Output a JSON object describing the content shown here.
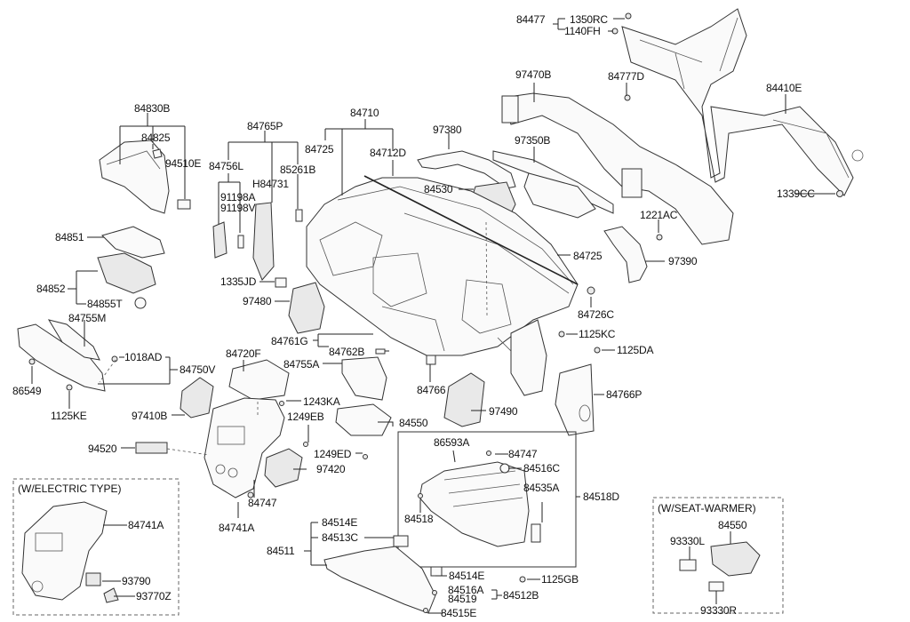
{
  "diagram": {
    "title": "Crash Pad / Instrument Panel Parts Diagram",
    "labels": {
      "p84477": "84477",
      "p1350RC": "1350RC",
      "p1140FH": "1140FH",
      "p97470B": "97470B",
      "p84777D": "84777D",
      "p84410E": "84410E",
      "p1339CC": "1339CC",
      "p84830B": "84830B",
      "p84825": "84825",
      "p94510E": "94510E",
      "p84765P": "84765P",
      "p84756L": "84756L",
      "p85261B": "85261B",
      "pH84731": "H84731",
      "p91198A": "91198A",
      "p91198V": "91198V",
      "p84710": "84710",
      "p84725_top": "84725",
      "p84712D": "84712D",
      "p97380": "97380",
      "p97350B": "97350B",
      "p84530": "84530",
      "p1221AC": "1221AC",
      "p84725_right": "84725",
      "p97390": "97390",
      "p84851": "84851",
      "p84852": "84852",
      "p84855T": "84855T",
      "p1335JD": "1335JD",
      "p97480": "97480",
      "p84726C": "84726C",
      "p84755M": "84755M",
      "p84761G": "84761G",
      "p84762B": "84762B",
      "p1125KC": "1125KC",
      "p1125DA": "1125DA",
      "p1018AD": "1018AD",
      "p84750V": "84750V",
      "p86549": "86549",
      "p1125KE": "1125KE",
      "p84720F": "84720F",
      "p84755A": "84755A",
      "p84766": "84766",
      "p84766P": "84766P",
      "p97410B": "97410B",
      "p1243KA": "1243KA",
      "p1249EB": "1249EB",
      "p84550": "84550",
      "p97490": "97490",
      "p94520": "94520",
      "p1249ED": "1249ED",
      "p97420": "97420",
      "p84747_center": "84747",
      "p84741A_center": "84741A",
      "p86593A": "86593A",
      "p84747_box": "84747",
      "p84516C": "84516C",
      "p84535A": "84535A",
      "p84518D": "84518D",
      "p84518": "84518",
      "p84511": "84511",
      "p84514E_top": "84514E",
      "p84513C": "84513C",
      "p84514E_bottom": "84514E",
      "p1125GB": "1125GB",
      "p84516A": "84516A",
      "p84519": "84519",
      "p84512B": "84512B",
      "p84515E": "84515E"
    },
    "variants": {
      "electric": {
        "title": "(W/ELECTRIC TYPE)",
        "labels": {
          "p84741A": "84741A",
          "p93790": "93790",
          "p93770Z": "93770Z"
        }
      },
      "seat_warmer": {
        "title": "(W/SEAT-WARMER)",
        "labels": {
          "p84550": "84550",
          "p93330L": "93330L",
          "p93330R": "93330R"
        }
      }
    }
  }
}
